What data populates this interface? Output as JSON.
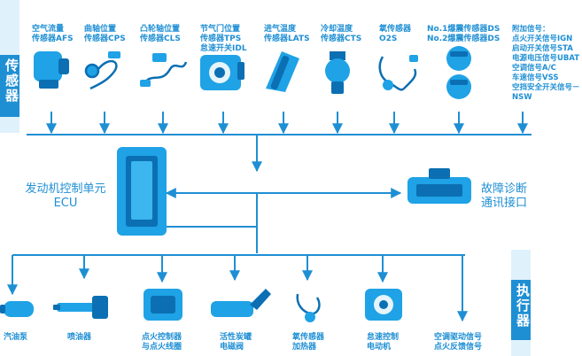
{
  "colors": {
    "accent": "#1f8fd4",
    "device": "#1fa2e6",
    "device_dark": "#0c6fb3",
    "band": "#dff1fb"
  },
  "sensors_title": "传感器",
  "actuators_title": "执行器",
  "ecu_label": [
    "发动机控制单元",
    "ECU"
  ],
  "diag_label": [
    "故障诊断",
    "通讯接口"
  ],
  "sensors": [
    {
      "id": "afs",
      "lines": [
        "空气流量",
        "传感器AFS"
      ],
      "icon": "air-flow-sensor-icon"
    },
    {
      "id": "cps",
      "lines": [
        "曲轴位置",
        "传感器CPS"
      ],
      "icon": "crankshaft-sensor-icon"
    },
    {
      "id": "cls",
      "lines": [
        "凸轮轴位置",
        "传感器CLS"
      ],
      "icon": "camshaft-sensor-icon"
    },
    {
      "id": "tps",
      "lines": [
        "节气门位置",
        "传感器TPS",
        "怠速开关IDL"
      ],
      "icon": "throttle-position-sensor-icon"
    },
    {
      "id": "lats",
      "lines": [
        "进气温度",
        "传感器LATS"
      ],
      "icon": "intake-temp-sensor-icon"
    },
    {
      "id": "cts",
      "lines": [
        "冷却温度",
        "传感器CTS"
      ],
      "icon": "coolant-temp-sensor-icon"
    },
    {
      "id": "o2s",
      "lines": [
        "氧传感器",
        "O2S"
      ],
      "icon": "oxygen-sensor-icon"
    },
    {
      "id": "ds",
      "lines": [
        "No.1爆震传感器DS",
        "No.2爆震传感器DS"
      ],
      "icon": "knock-sensor-icon"
    }
  ],
  "signals": [
    "附加信号：",
    "点火开关信号IGN",
    "启动开关信号STA",
    "电源电压信号UBAT",
    "空调信号A/C",
    "车速信号VSS",
    "空挡安全开关信号－",
    "NSW"
  ],
  "actuators": [
    {
      "id": "pump",
      "lines": [
        "汽油泵"
      ],
      "icon": "fuel-pump-icon"
    },
    {
      "id": "injector",
      "lines": [
        "喷油器"
      ],
      "icon": "injector-icon"
    },
    {
      "id": "ignition",
      "lines": [
        "点火控制器",
        "与点火线圈"
      ],
      "icon": "ignition-coil-icon"
    },
    {
      "id": "canister",
      "lines": [
        "活性炭罐",
        "电磁阀"
      ],
      "icon": "canister-solenoid-icon"
    },
    {
      "id": "o2heater",
      "lines": [
        "氧传感器",
        "加热器"
      ],
      "icon": "o2-heater-icon"
    },
    {
      "id": "idle",
      "lines": [
        "怠速控制",
        "电动机"
      ],
      "icon": "idle-motor-icon"
    },
    {
      "id": "ac",
      "lines": [
        "空调驱动信号",
        "点火反馈信号"
      ],
      "icon": ""
    }
  ]
}
